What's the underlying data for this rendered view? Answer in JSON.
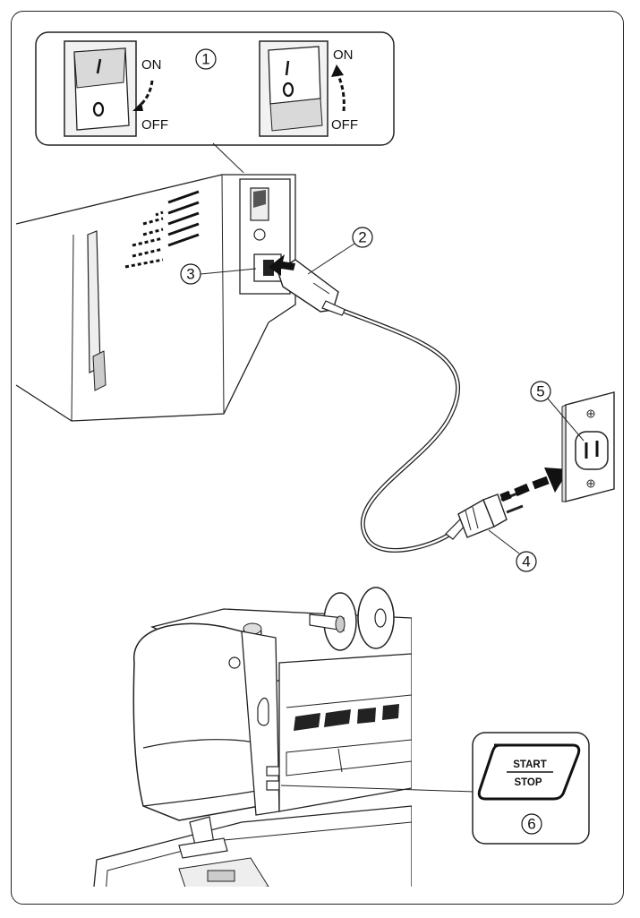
{
  "switch_inset": {
    "on_label": "ON",
    "off_label": "OFF",
    "callout": "1"
  },
  "callouts": {
    "power_cord": "2",
    "machine_socket": "3",
    "plug": "4",
    "wall_outlet": "5",
    "start_stop": "6"
  },
  "start_stop_button": {
    "line1": "START",
    "line2": "STOP"
  }
}
